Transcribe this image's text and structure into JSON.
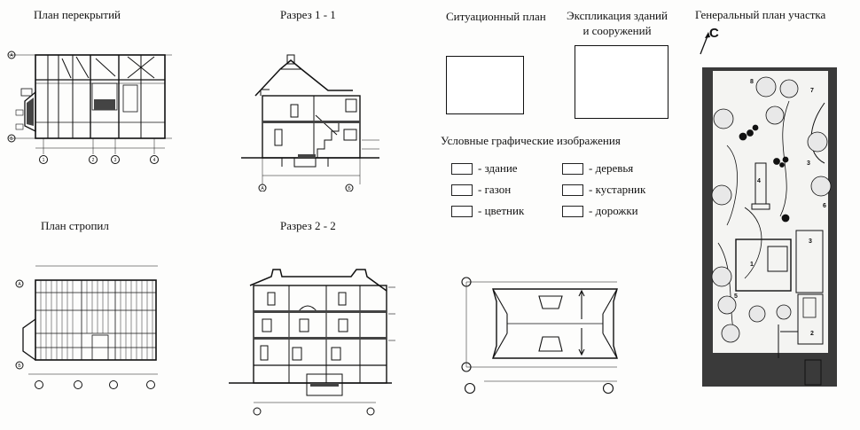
{
  "titles": {
    "floor_plan": "План перекрытий",
    "section_1": "Разрез 1 - 1",
    "site_plan": "Ситуационный план",
    "explication_line1": "Экспликация зданий",
    "explication_line2": "и сооружений",
    "general_plan": "Генеральный план участка",
    "rafter_plan": "План стропил",
    "section_2": "Разрез 2 - 2",
    "legend_title": "Условные графические изображения"
  },
  "legend": {
    "left": [
      "- здание",
      "- газон",
      "- цветник"
    ],
    "right": [
      "- деревья",
      "- кустарник",
      "- дорожки"
    ]
  },
  "north_label": "С",
  "axis_marks": {
    "A": "А",
    "B": "Б",
    "n1": "1",
    "n2": "2",
    "n3": "3",
    "n4": "4",
    "n5": "5",
    "n6": "6",
    "n7": "7",
    "n8": "8"
  },
  "colors": {
    "ink": "#111111",
    "paper": "#fdfdfc",
    "hatch": "#444444",
    "site_fill": "#3a3a3a"
  }
}
